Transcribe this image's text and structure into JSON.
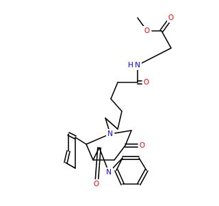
{
  "molecule": {
    "atoms": [
      {
        "id": "O_ester_dbl",
        "symbol": "O",
        "color": "#ff0000"
      },
      {
        "id": "O_ester",
        "symbol": "O",
        "color": "#ff0000"
      },
      {
        "id": "N_amide",
        "symbol": "N",
        "color": "#0000ff"
      },
      {
        "id": "H_amide",
        "symbol": "H",
        "color": "#0000ff"
      },
      {
        "id": "O_amide",
        "symbol": "O",
        "color": "#ff0000"
      },
      {
        "id": "N_ring",
        "symbol": "N",
        "color": "#0000ff"
      },
      {
        "id": "O_ring1",
        "symbol": "O",
        "color": "#ff0000"
      },
      {
        "id": "N_bridge",
        "symbol": "N",
        "color": "#0000ff"
      },
      {
        "id": "O_ring2",
        "symbol": "O",
        "color": "#ff0000"
      }
    ],
    "colors": {
      "bond": "#000000",
      "carbon": "#000000",
      "nitrogen": "#0000ff",
      "oxygen": "#ff0000",
      "background": "#ffffff"
    }
  }
}
